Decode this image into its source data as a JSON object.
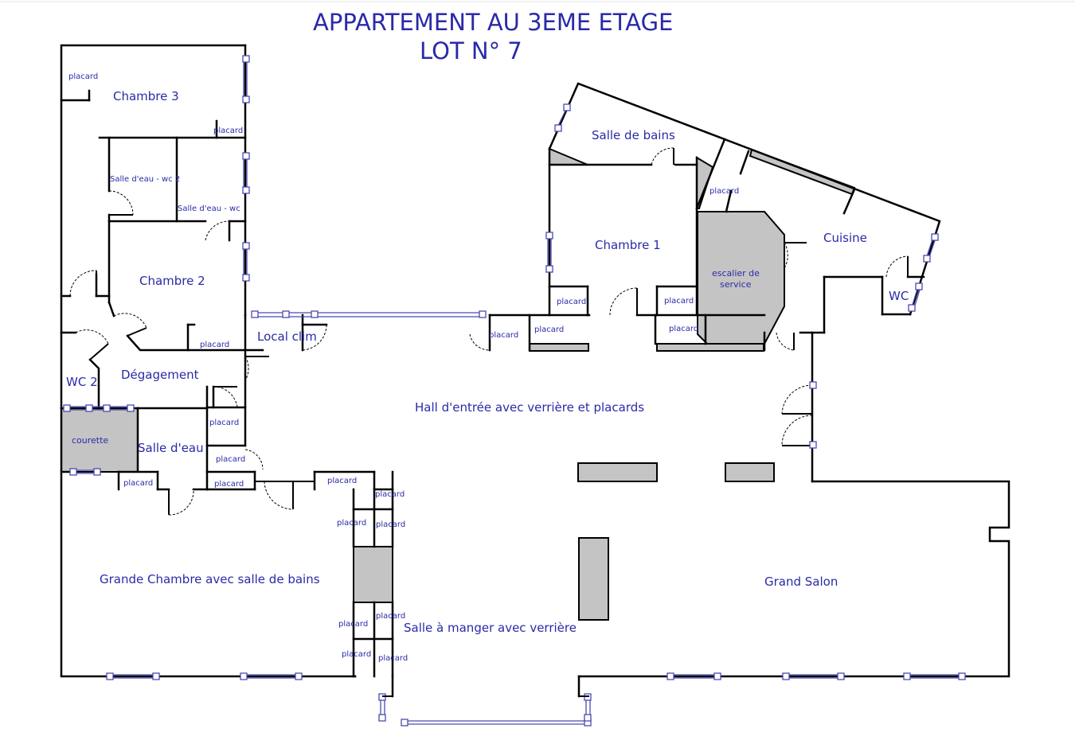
{
  "title": {
    "line1": "APPARTEMENT AU 3EME ETAGE",
    "line2": "LOT N° 7"
  },
  "rooms": {
    "chambre3": "Chambre 3",
    "salle_eau_wc2": "Salle d'eau - wc 2",
    "salle_eau_wc": "Salle d'eau - wc",
    "chambre2": "Chambre 2",
    "local_clim": "Local clim",
    "wc2": "WC 2",
    "degagement": "Dégagement",
    "courette": "courette",
    "salle_eau": "Salle d'eau",
    "hall": "Hall d'entrée avec verrière et placards",
    "grande_chambre": "Grande Chambre avec salle de bains",
    "salle_a_manger": "Salle à manger avec verrière",
    "grand_salon": "Grand Salon",
    "salle_de_bains": "Salle de bains",
    "chambre1": "Chambre 1",
    "escalier_line1": "escalier de",
    "escalier_line2": "service",
    "cuisine": "Cuisine",
    "wc": "WC"
  },
  "placard_label": "placard",
  "colors": {
    "text": "#2a2aa8",
    "wall": "#000000",
    "fill_grey": "#c4c4c4",
    "window": "#4a4ab0"
  }
}
